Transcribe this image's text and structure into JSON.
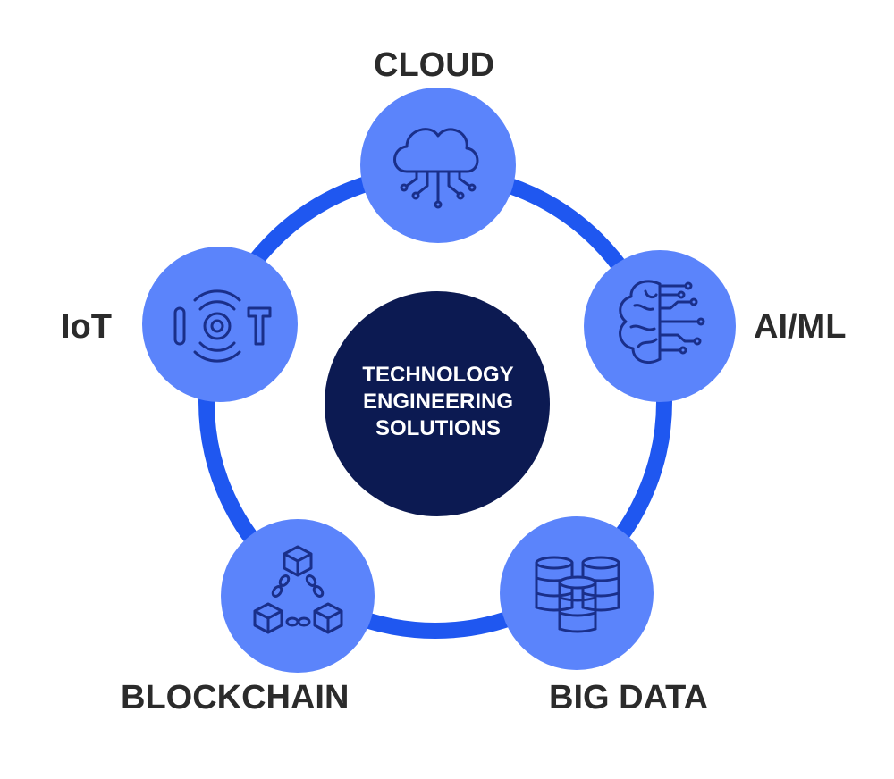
{
  "center": {
    "lines": [
      "TECHNOLOGY",
      "ENGINEERING",
      "SOLUTIONS"
    ]
  },
  "nodes": [
    {
      "id": "cloud",
      "label": "CLOUD",
      "icon": "cloud-network-icon"
    },
    {
      "id": "aiml",
      "label": "AI/ML",
      "icon": "brain-circuit-icon"
    },
    {
      "id": "bigdata",
      "label": "BIG DATA",
      "icon": "database-stack-icon"
    },
    {
      "id": "blockchain",
      "label": "BLOCKCHAIN",
      "icon": "blockchain-cubes-icon"
    },
    {
      "id": "iot",
      "label": "IoT",
      "icon": "iot-signal-icon"
    }
  ],
  "colors": {
    "ring": "#1f57f0",
    "node_fill": "#5b84fb",
    "center_fill": "#0c1a52",
    "icon_stroke": "#1a2f8a",
    "label_text": "#2b2b2b",
    "center_text": "#ffffff"
  }
}
